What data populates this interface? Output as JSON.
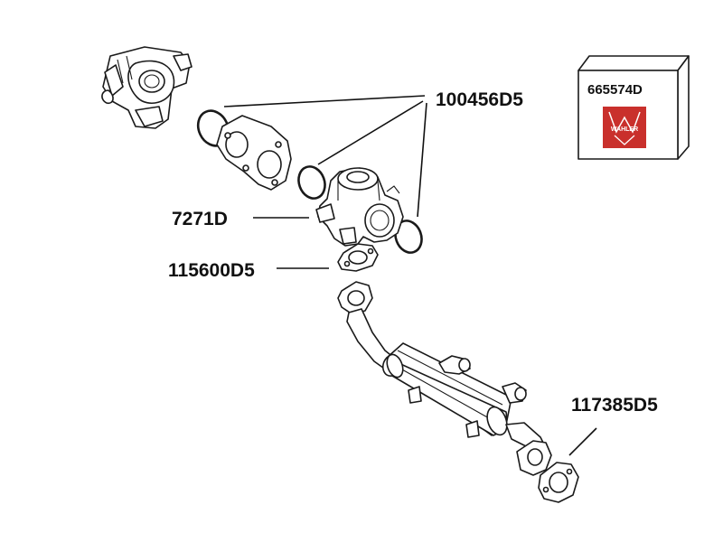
{
  "labels": {
    "gasket_kit": "100456D5",
    "egr_valve": "7271D",
    "valve_gasket": "115600D5",
    "cooler_gasket": "117385D5",
    "box_code": "665574D"
  },
  "logo": {
    "text": "WAHLER",
    "color": "#c9302c"
  }
}
